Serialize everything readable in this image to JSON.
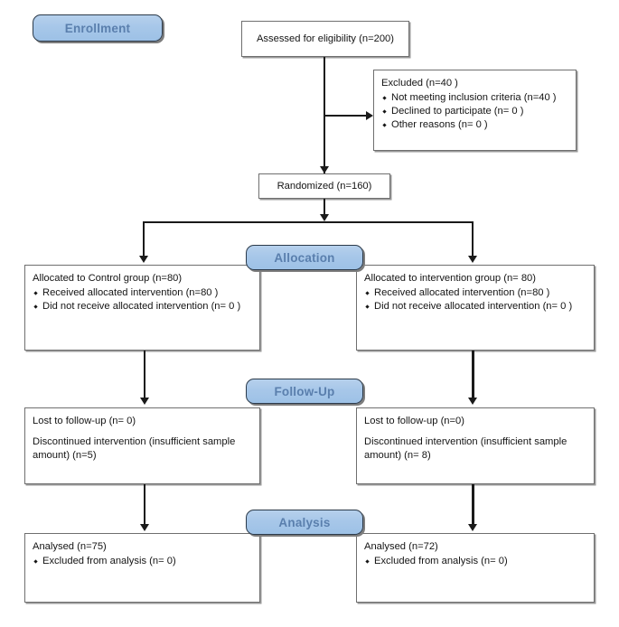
{
  "diagram": {
    "type": "consort-flow-diagram",
    "title": "CONSORT participant flow diagram",
    "accent_color": "#9dc1e6",
    "banner_text_color": "#5a7fad",
    "box_border_color": "#6f6f6f",
    "line_color": "#1a1a1a"
  },
  "stages": {
    "enrollment": "Enrollment",
    "allocation": "Allocation",
    "followup": "Follow-Up",
    "analysis": "Analysis"
  },
  "enrollment": {
    "assessed": "Assessed for eligibility (n=200)",
    "excluded_title": "Excluded (n=40   )",
    "excluded_reasons": [
      "Not meeting inclusion criteria (n=40  )",
      "Declined to participate (n= 0 )",
      "Other reasons (n= 0 )"
    ],
    "randomized": "Randomized (n=160)"
  },
  "allocation": {
    "left": {
      "title": "Allocated to Control group (n=80)",
      "items": [
        "Received allocated intervention (n=80  )",
        "Did not receive allocated intervention (n= 0 )"
      ]
    },
    "right": {
      "title": "Allocated to intervention group (n= 80)",
      "items": [
        "Received allocated intervention (n=80  )",
        "Did not receive allocated intervention (n= 0 )"
      ]
    }
  },
  "followup": {
    "left": {
      "lost": "Lost to follow-up (n= 0)",
      "discontinued_line1": "Discontinued intervention (insufficient sample",
      "discontinued_line2": "amount) (n=5)"
    },
    "right": {
      "lost": "Lost to follow-up (n=0)",
      "discontinued_line1": "Discontinued intervention (insufficient sample",
      "discontinued_line2": "amount) (n= 8)"
    }
  },
  "analysis": {
    "left": {
      "title": "Analysed (n=75)",
      "items": [
        "Excluded from analysis (n= 0)"
      ]
    },
    "right": {
      "title": "Analysed (n=72)",
      "items": [
        "Excluded from analysis (n= 0)"
      ]
    }
  },
  "chart_data": {
    "type": "diagram",
    "nodes": [
      {
        "id": "assessed",
        "label": "Assessed for eligibility (n=200)",
        "n": 200
      },
      {
        "id": "excluded",
        "label": "Excluded (n=40   )",
        "n": 40
      },
      {
        "id": "randomized",
        "label": "Randomized (n=160)",
        "n": 160
      },
      {
        "id": "alloc_control",
        "label": "Allocated to Control group (n=80)",
        "n": 80
      },
      {
        "id": "alloc_intervention",
        "label": "Allocated to intervention group (n= 80)",
        "n": 80
      },
      {
        "id": "analysed_control",
        "label": "Analysed (n=75)",
        "n": 75
      },
      {
        "id": "analysed_intervention",
        "label": "Analysed (n=72)",
        "n": 72
      }
    ]
  }
}
